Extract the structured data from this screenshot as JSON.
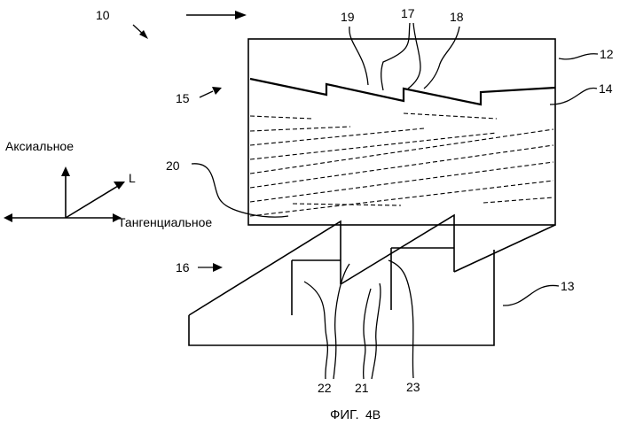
{
  "labels": {
    "n10": "10",
    "n12": "12",
    "n13": "13",
    "n14": "14",
    "n15": "15",
    "n16": "16",
    "n17": "17",
    "n18": "18",
    "n19": "19",
    "n20": "20",
    "n21": "21",
    "n22": "22",
    "n23": "23"
  },
  "axes": {
    "axial": "Аксиальное",
    "tangential": "Тангенциальное",
    "resultant": "L"
  },
  "caption": {
    "prefix": "ФИГ.",
    "number": "4B"
  }
}
